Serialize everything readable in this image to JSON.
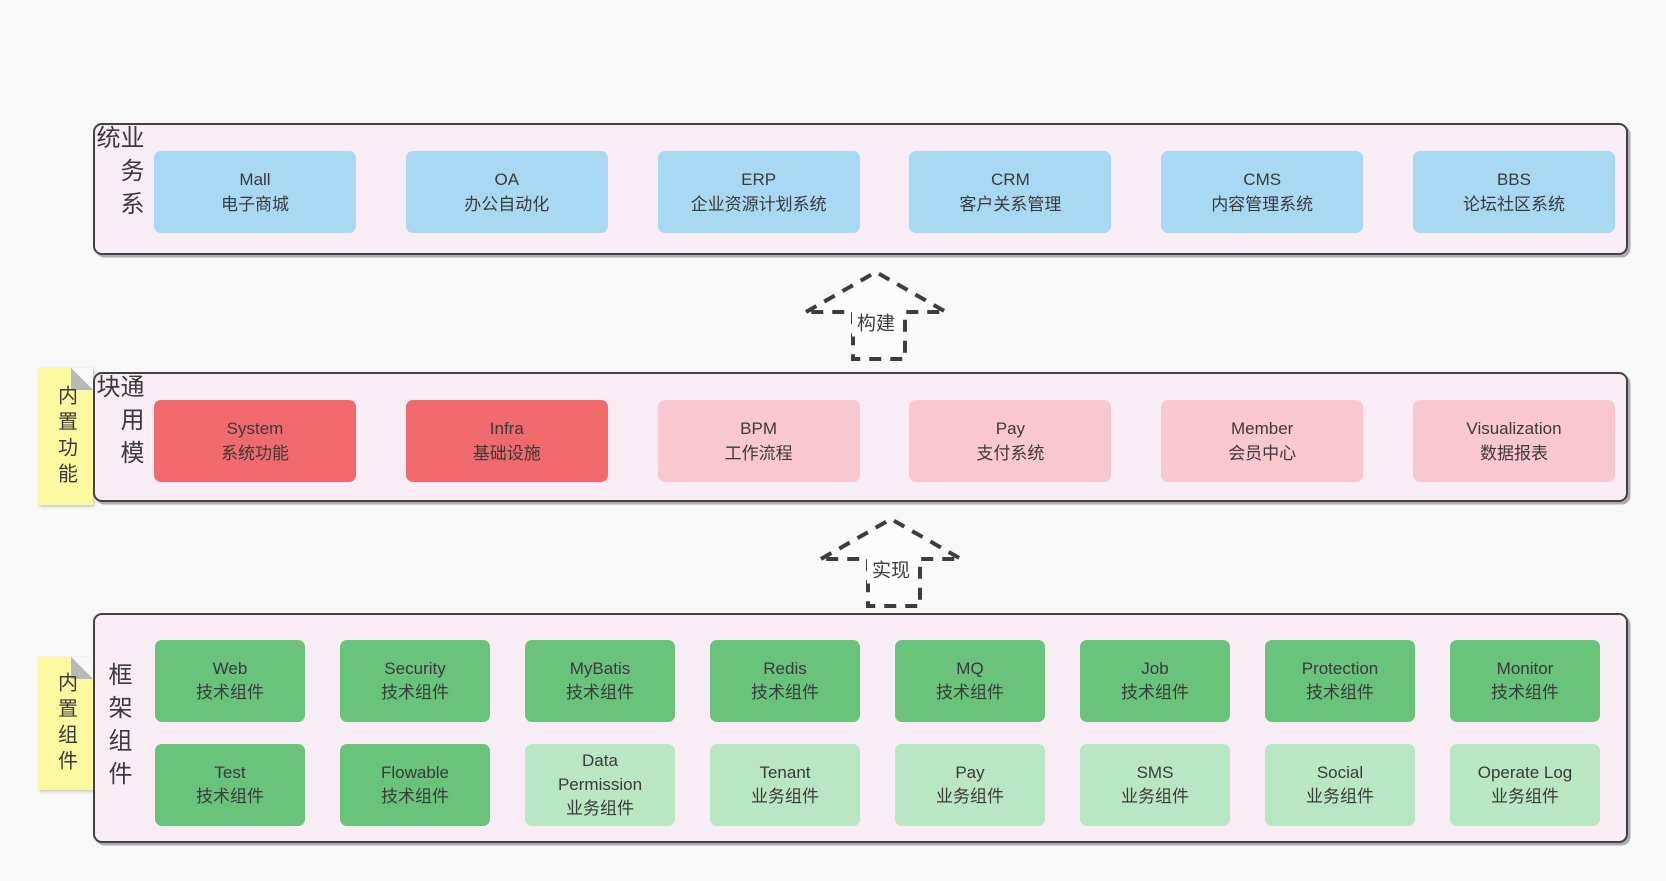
{
  "colors": {
    "page_bg": "#f8f8f8",
    "band_bg": "#f8edf5",
    "border": "#424242",
    "line": "#3d3d3d",
    "text": "#3a3a3a",
    "blue": "#a9d9f2",
    "red": "#f0696c",
    "pink": "#f9c7cf",
    "green": "#69c37a",
    "lightgreen": "#b9e6c3",
    "sticky": "#fbf9a0",
    "sticky_fold": "#b8b8b8"
  },
  "arrows": [
    {
      "label": "构建"
    },
    {
      "label": "实现"
    }
  ],
  "bands": [
    {
      "label": "业务系统",
      "sticky": null,
      "rows": [
        [
          {
            "name": "Mall",
            "desc": "电子商城",
            "variant": "blue"
          },
          {
            "name": "OA",
            "desc": "办公自动化",
            "variant": "blue"
          },
          {
            "name": "ERP",
            "desc": "企业资源计划系统",
            "variant": "blue"
          },
          {
            "name": "CRM",
            "desc": "客户关系管理",
            "variant": "blue"
          },
          {
            "name": "CMS",
            "desc": "内容管理系统",
            "variant": "blue"
          },
          {
            "name": "BBS",
            "desc": "论坛社区系统",
            "variant": "blue"
          }
        ]
      ]
    },
    {
      "label": "通用模块",
      "sticky": "内置功能",
      "rows": [
        [
          {
            "name": "System",
            "desc": "系统功能",
            "variant": "red"
          },
          {
            "name": "Infra",
            "desc": "基础设施",
            "variant": "red"
          },
          {
            "name": "BPM",
            "desc": "工作流程",
            "variant": "pink"
          },
          {
            "name": "Pay",
            "desc": "支付系统",
            "variant": "pink"
          },
          {
            "name": "Member",
            "desc": "会员中心",
            "variant": "pink"
          },
          {
            "name": "Visualization",
            "desc": "数据报表",
            "variant": "pink"
          }
        ]
      ]
    },
    {
      "label": "框架组件",
      "sticky": "内置组件",
      "rows": [
        [
          {
            "name": "Web",
            "desc": "技术组件",
            "variant": "green"
          },
          {
            "name": "Security",
            "desc": "技术组件",
            "variant": "green"
          },
          {
            "name": "MyBatis",
            "desc": "技术组件",
            "variant": "green"
          },
          {
            "name": "Redis",
            "desc": "技术组件",
            "variant": "green"
          },
          {
            "name": "MQ",
            "desc": "技术组件",
            "variant": "green"
          },
          {
            "name": "Job",
            "desc": "技术组件",
            "variant": "green"
          },
          {
            "name": "Protection",
            "desc": "技术组件",
            "variant": "green"
          },
          {
            "name": "Monitor",
            "desc": "技术组件",
            "variant": "green"
          }
        ],
        [
          {
            "name": "Test",
            "desc": "技术组件",
            "variant": "green"
          },
          {
            "name": "Flowable",
            "desc": "技术组件",
            "variant": "green"
          },
          {
            "name": "Data Permission",
            "desc": "业务组件",
            "variant": "lightgreen"
          },
          {
            "name": "Tenant",
            "desc": "业务组件",
            "variant": "lightgreen"
          },
          {
            "name": "Pay",
            "desc": "业务组件",
            "variant": "lightgreen"
          },
          {
            "name": "SMS",
            "desc": "业务组件",
            "variant": "lightgreen"
          },
          {
            "name": "Social",
            "desc": "业务组件",
            "variant": "lightgreen"
          },
          {
            "name": "Operate Log",
            "desc": "业务组件",
            "variant": "lightgreen"
          }
        ]
      ]
    }
  ]
}
